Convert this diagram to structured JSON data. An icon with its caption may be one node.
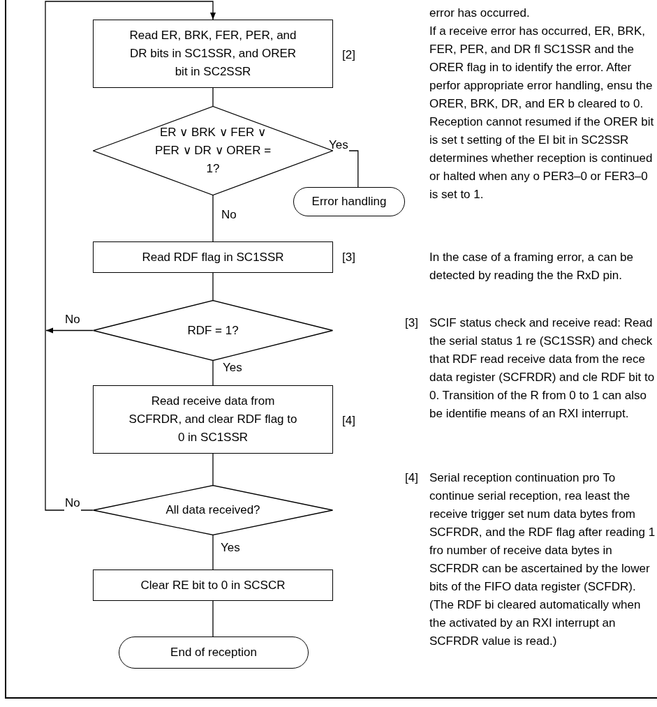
{
  "diagram": {
    "nodes": [
      {
        "text": [
          "Read ER, BRK, FER, PER, and DR bits in SC1SSR, and ORER bit in SC2SSR"
        ],
        "beside": [
          "[2]"
        ]
      },
      {
        "text": [
          "ER ∨ BRK ∨ FER ∨ PER ∨ DR ∨ ORER = 1?"
        ]
      },
      {
        "text": [
          "Error handling"
        ]
      },
      {
        "text": [
          "Read RDF flag in SC1SSR"
        ],
        "beside": [
          "[3]"
        ]
      },
      {
        "text": [
          "RDF = 1?"
        ]
      },
      {
        "text": [
          "Read receive data from SCFRDR, and clear RDF flag to 0 in SC1SSR"
        ],
        "beside": [
          "[4]"
        ]
      },
      {
        "text": [
          "All data received?"
        ]
      },
      {
        "text": [
          "Clear RE bit to 0 in SCSCR"
        ]
      },
      {
        "text": [
          "End of reception"
        ]
      }
    ],
    "edges": [
      {
        "from": 0,
        "to": 1,
        "arrow": "none"
      },
      {
        "from": 1,
        "to": 2,
        "arrow": "none",
        "label": "Yes"
      },
      {
        "from": 1,
        "to": 3,
        "arrow": "none",
        "label": "No"
      },
      {
        "from": 3,
        "to": 4,
        "arrow": "none"
      },
      {
        "from": 4,
        "to": null,
        "arrow": "to",
        "label": "No"
      },
      {
        "from": 4,
        "to": 5,
        "arrow": "none",
        "label": "Yes"
      },
      {
        "from": 5,
        "to": 6,
        "arrow": "none"
      },
      {
        "from": 6,
        "to": 0,
        "arrow": "to",
        "label": "No"
      },
      {
        "from": 6,
        "to": 7,
        "arrow": "none",
        "label": "Yes"
      },
      {
        "from": 7,
        "to": 8,
        "arrow": "none"
      }
    ],
    "labels": [
      "error has occurred.",
      "If a receive error has occurred, ER, BRK, FER, PER, and DR fl SC1SSR and the ORER flag in to identify the error. After perfor appropriate error handling, ensu the ORER, BRK, DR, and ER b cleared to 0. Reception cannot resumed if the ORER bit is set t setting of the EI bit in SC2SSR determines whether reception is continued or halted when any o PER3–0 or FER3–0 is set to 1.",
      "In the case of a framing error, a can be detected by reading the the RxD pin.",
      "[3]",
      "SCIF status check and receive read: Read the serial status 1 re (SC1SSR) and check that RDF read receive data from the rece data register (SCFRDR) and cle RDF bit to 0. Transition of the R from 0 to 1 can also be identifie means of an RXI interrupt.",
      "[4]",
      "Serial reception continuation pro To continue serial reception, rea least the receive trigger set num data bytes from SCFRDR, and the RDF flag after reading 1 fro number of receive data bytes in SCFRDR can be ascertained by the lower bits of the FIFO data register (SCFDR). (The RDF bi cleared automatically when the activated by an RXI interrupt an SCFRDR value is read.)"
    ]
  }
}
